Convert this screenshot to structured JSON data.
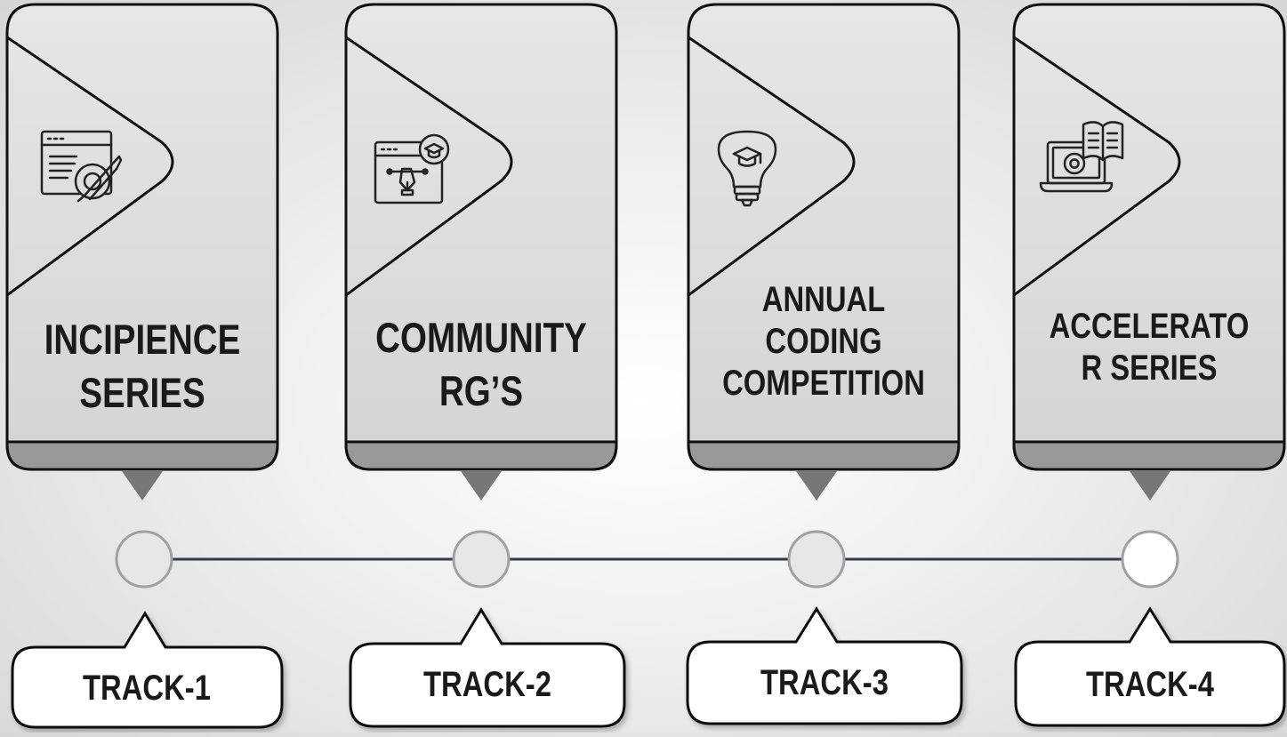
{
  "tracks": [
    {
      "title_lines": [
        "INCIPIENCE",
        "SERIES"
      ],
      "icon": "web-settings-icon",
      "track_label": "TRACK-1",
      "node_filled": false
    },
    {
      "title_lines": [
        "COMMUNITY",
        "RG’S"
      ],
      "icon": "web-design-graduation-icon",
      "track_label": "TRACK-2",
      "node_filled": false
    },
    {
      "title_lines": [
        "ANNUAL",
        "CODING",
        "COMPETITION"
      ],
      "icon": "lightbulb-graduation-icon",
      "track_label": "TRACK-3",
      "node_filled": false
    },
    {
      "title_lines": [
        "ACCELERATO",
        "R SERIES"
      ],
      "icon": "laptop-book-settings-icon",
      "track_label": "TRACK-4",
      "node_filled": true
    }
  ],
  "colors": {
    "card_fill": "#dedede",
    "card_band": "#999999",
    "pointer": "#777777",
    "outline": "#111111",
    "timeline": "#2f3a4f",
    "node_stroke": "#a0a0a0",
    "node_fill": "#e6e6e6",
    "node_active_fill": "#ffffff"
  }
}
